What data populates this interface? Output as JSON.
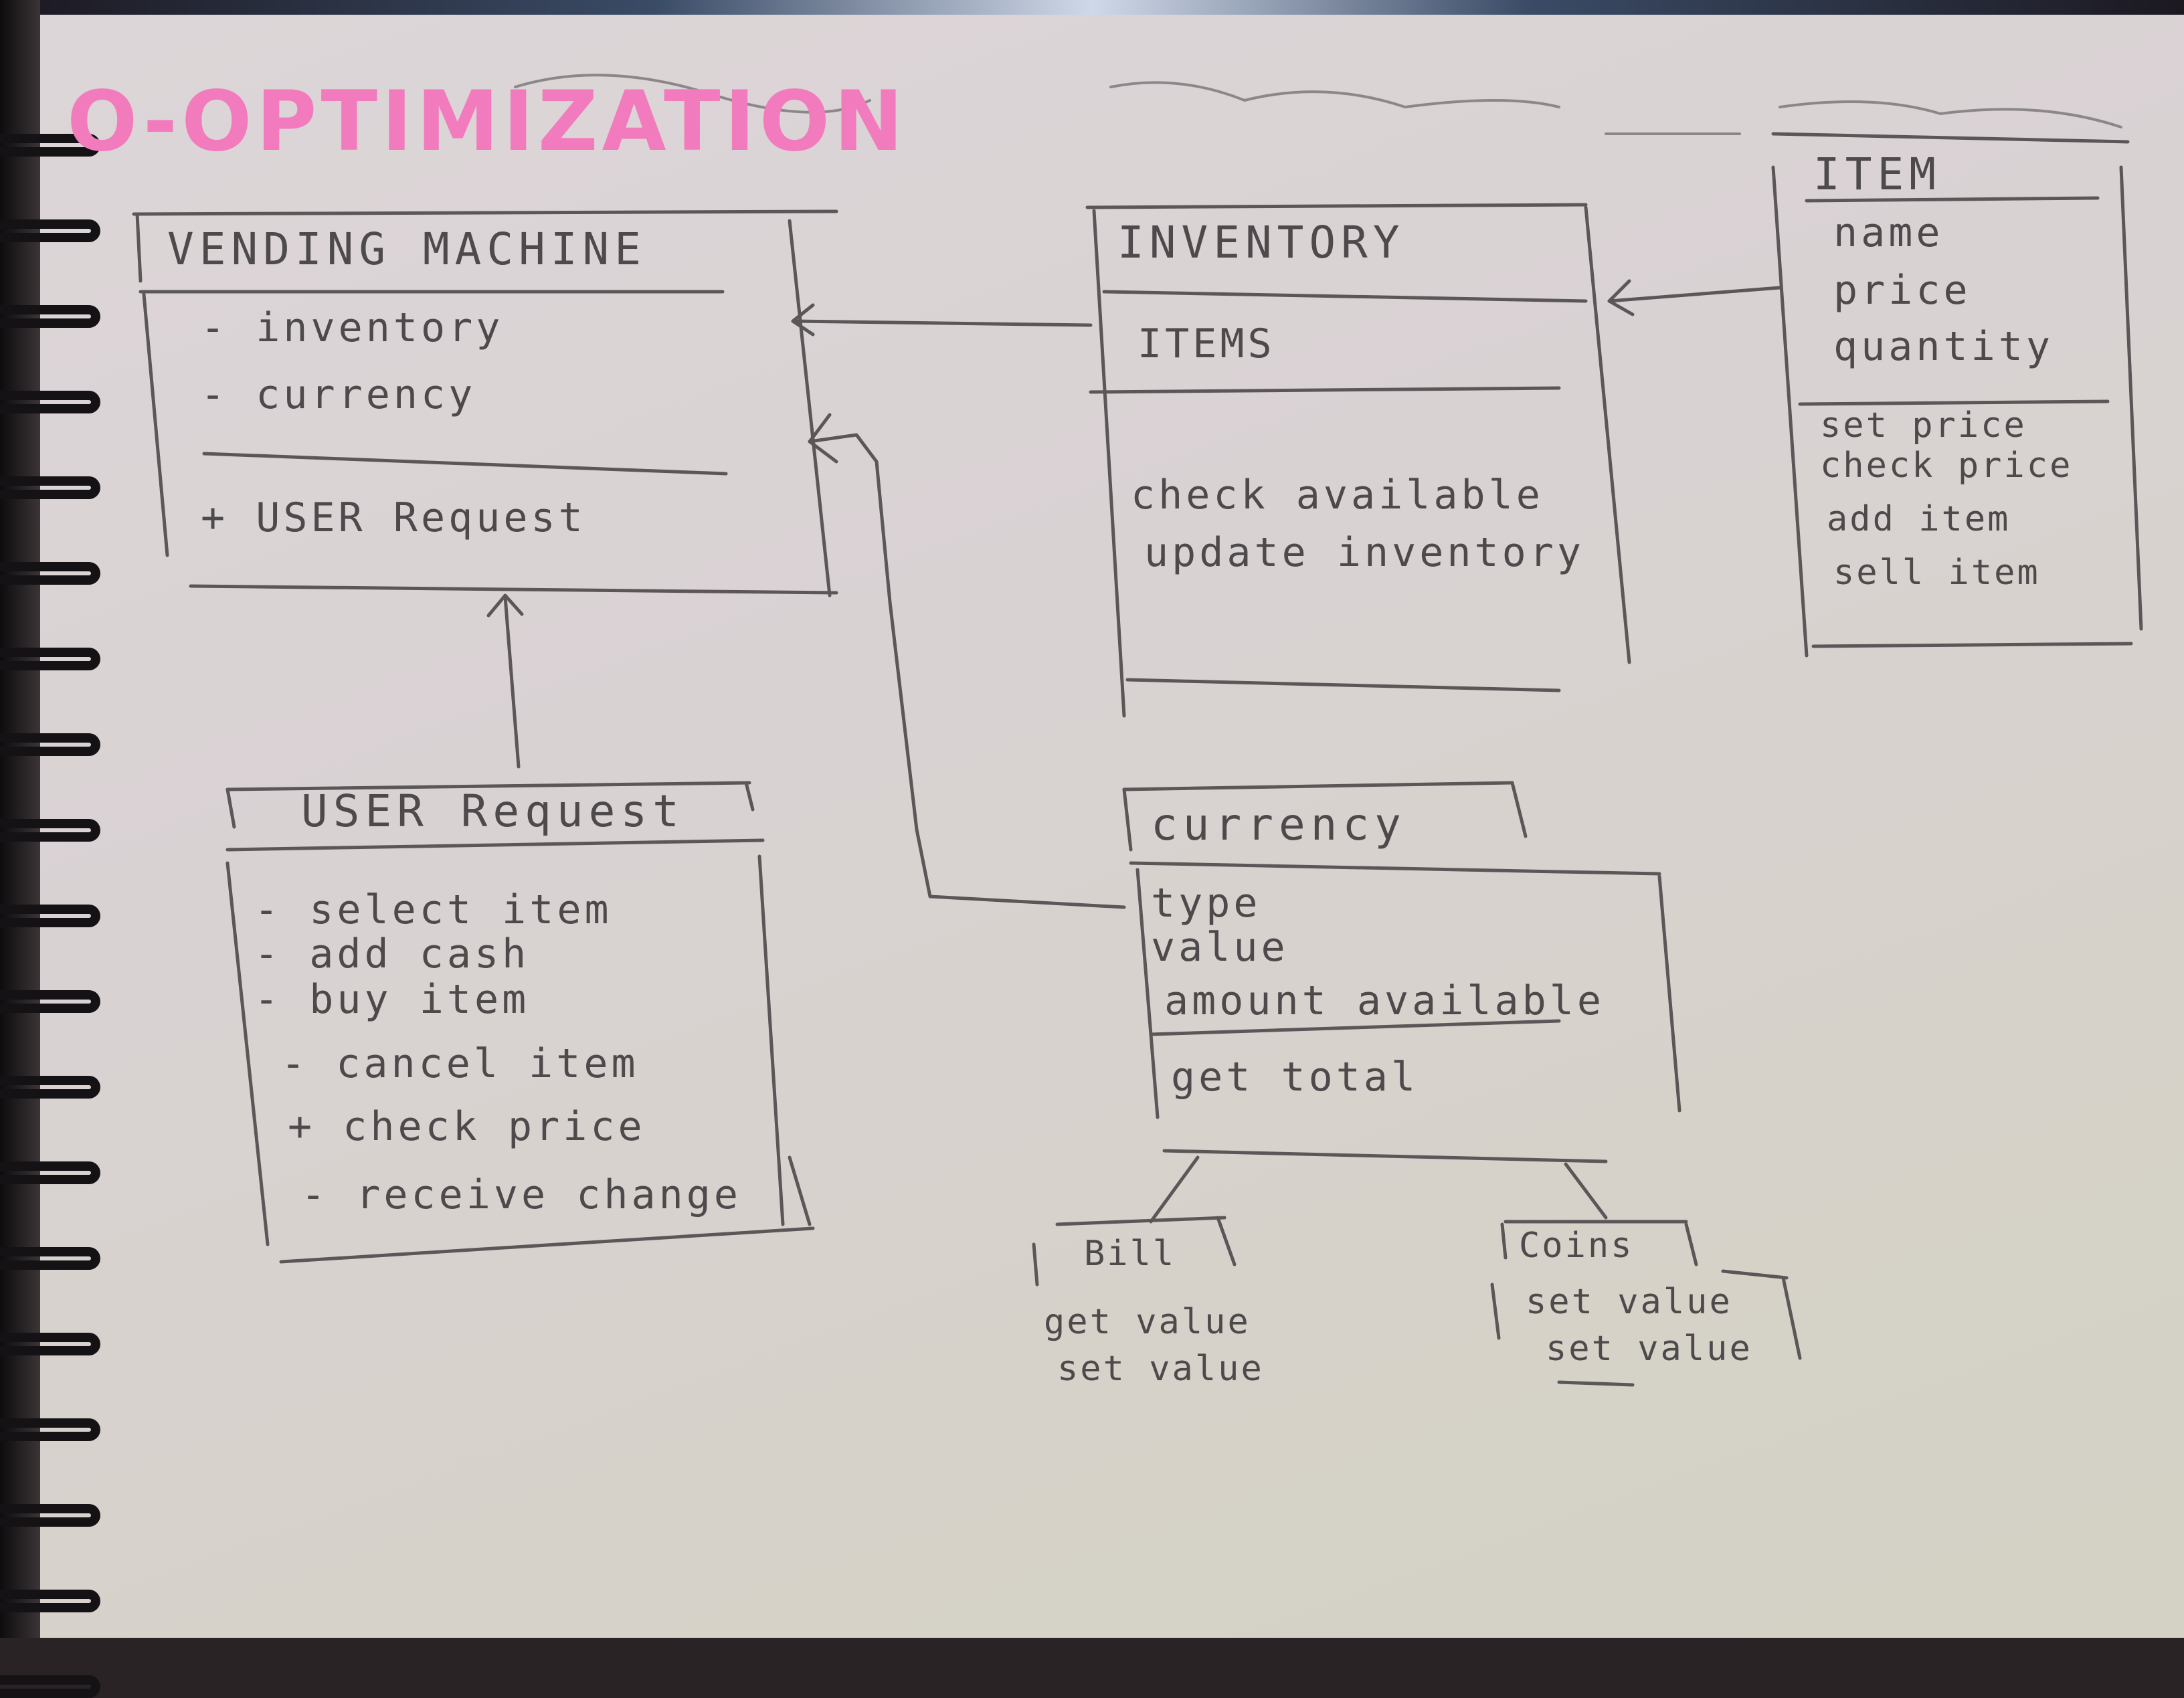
{
  "title": "O-OPTIMIZATION",
  "classes": {
    "vending_machine": {
      "name": "VENDING MACHINE",
      "attributes": [
        "- inventory",
        "- currency"
      ],
      "methods": [
        "+ USER Request"
      ]
    },
    "inventory": {
      "name": "INVENTORY",
      "attributes": [
        "ITEMS"
      ],
      "methods": [
        "check available",
        "update inventory"
      ]
    },
    "item": {
      "name": "ITEM",
      "attributes": [
        "name",
        "price",
        "quantity"
      ],
      "methods": [
        "set price",
        "check price",
        "add item",
        "sell item"
      ]
    },
    "user_request": {
      "name": "USER Request",
      "methods": [
        "- select item",
        "- add cash",
        "- buy item",
        "- cancel item",
        "+ check price",
        "- receive change"
      ]
    },
    "currency": {
      "name": "currency",
      "attributes": [
        "type",
        "value",
        "amount available"
      ],
      "methods": [
        "get total"
      ]
    },
    "bill": {
      "name": "Bill",
      "methods": [
        "get value",
        "set value"
      ]
    },
    "coins": {
      "name": "Coins",
      "methods": [
        "set value",
        "set value"
      ]
    }
  }
}
